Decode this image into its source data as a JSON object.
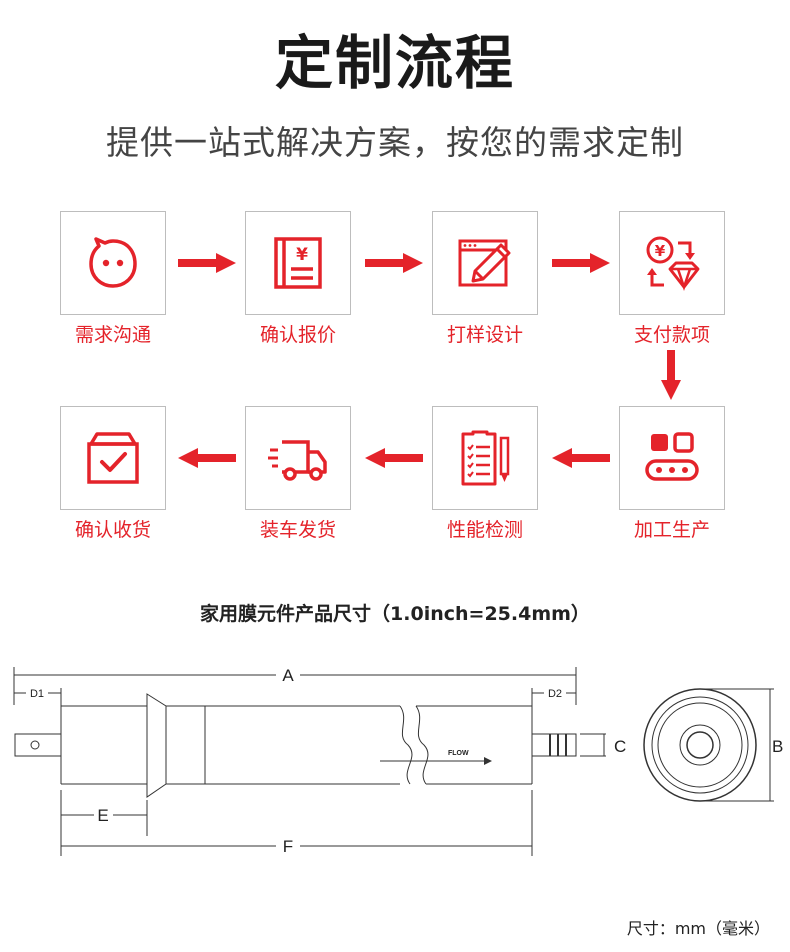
{
  "header": {
    "title": "定制流程",
    "subtitle": "提供一站式解决方案，按您的需求定制"
  },
  "steps": [
    {
      "label": "需求沟通",
      "icon": "chat-face-icon"
    },
    {
      "label": "确认报价",
      "icon": "quote-book-icon"
    },
    {
      "label": "打样设计",
      "icon": "design-pencil-icon"
    },
    {
      "label": "支付款项",
      "icon": "payment-exchange-icon"
    },
    {
      "label": "加工生产",
      "icon": "conveyor-production-icon"
    },
    {
      "label": "性能检测",
      "icon": "checklist-icon"
    },
    {
      "label": "装车发货",
      "icon": "delivery-truck-icon"
    },
    {
      "label": "确认收货",
      "icon": "received-box-icon"
    }
  ],
  "accent_color": "#e4232a",
  "section": {
    "title": "家用膜元件产品尺寸（1.0inch=25.4mm）"
  },
  "diagram": {
    "dimensions": [
      "A",
      "B",
      "C",
      "D1",
      "D2",
      "E",
      "F"
    ],
    "flow_label": "FLOW"
  },
  "footer": {
    "unit_note": "尺寸：mm（毫米）"
  }
}
